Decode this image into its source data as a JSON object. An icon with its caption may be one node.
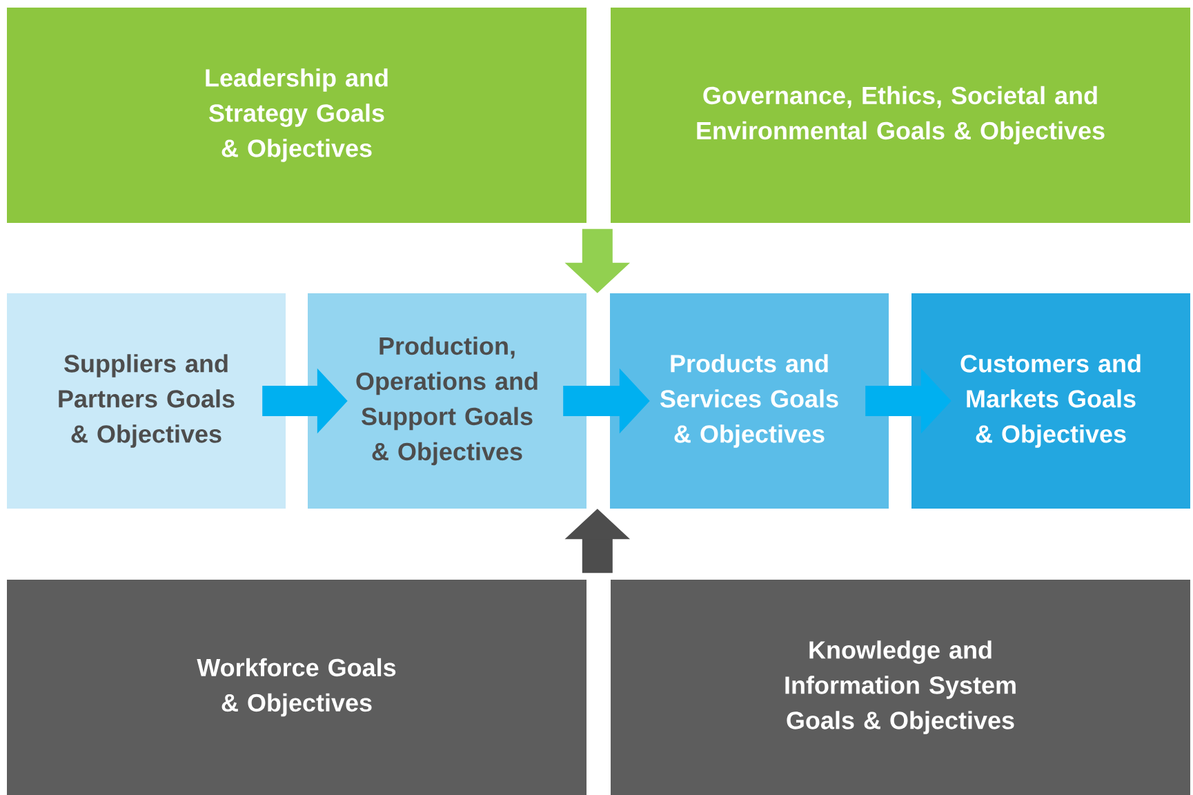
{
  "diagram": {
    "nodes": [
      {
        "text": [
          "Leadership and Strategy Goals & Objectives"
        ]
      },
      {
        "text": [
          "Governance, Ethics, Societal and Environmental Goals & Objectives"
        ]
      },
      {
        "text": [
          "Suppliers and Partners Goals & Objectives"
        ]
      },
      {
        "text": [
          "Production, Operations and Support Goals & Objectives"
        ]
      },
      {
        "text": [
          "Products and Services Goals & Objectives"
        ]
      },
      {
        "text": [
          "Customers and Markets Goals & Objectives"
        ]
      },
      {
        "text": [
          "Workforce Goals & Objectives"
        ]
      },
      {
        "text": [
          "Knowledge and Information System Goals & Objectives"
        ]
      }
    ],
    "edges": [
      {
        "from": 2,
        "to": 3,
        "arrow": "to"
      },
      {
        "from": 3,
        "to": 4,
        "arrow": "to"
      },
      {
        "from": 4,
        "to": 5,
        "arrow": "to"
      },
      {
        "from": null,
        "to": 4,
        "arrow": "to",
        "color": "#92d050"
      },
      {
        "from": null,
        "to": 4,
        "arrow": "to",
        "color": "#4d4d4d"
      }
    ]
  }
}
